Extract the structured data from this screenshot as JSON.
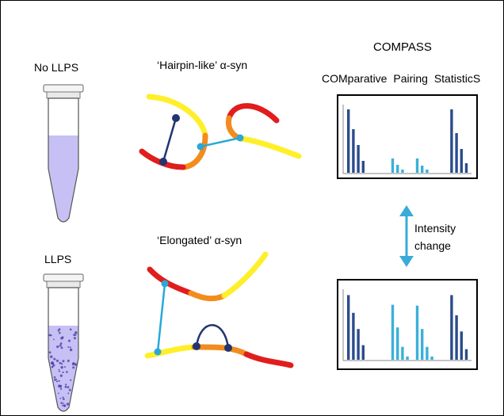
{
  "labels": {
    "top_tube": "No LLPS",
    "top_molecule": "‘Hairpin-like’ α-syn",
    "bottom_tube": "LLPS",
    "bottom_molecule": "‘Elongated’ α-syn",
    "title": "COMPASS",
    "subtitle": "COMparative Pairing StatisticS",
    "intensity_line1": "Intensity",
    "intensity_line2": "change"
  },
  "colors": {
    "tube_liquid": "#c6c0f4",
    "dots": "#4a3fa8",
    "yellow": "#ffef2a",
    "orange": "#f28c1e",
    "red": "#e11d1d",
    "navy_link": "#22356e",
    "cyan_link": "#2aa8d8",
    "bar_dark": "#2b4c8c",
    "bar_light": "#3ab0d9",
    "arrow": "#3aaad8"
  },
  "chart_data": [
    {
      "type": "bar",
      "series": [
        {
          "values": [
            8.0,
            5.5,
            3.5,
            1.5,
            0,
            0,
            0,
            0,
            0,
            0,
            0,
            0,
            0,
            0,
            0,
            0,
            0,
            0,
            0,
            0,
            0,
            8.0,
            5.0,
            3.0,
            1.2
          ]
        },
        {
          "values": [
            0,
            0,
            0,
            0,
            0,
            0,
            0,
            0,
            0,
            1.8,
            1.0,
            0.4,
            0,
            0,
            1.8,
            0.9,
            0.4,
            0,
            0,
            0,
            0,
            0,
            0,
            0,
            0
          ]
        }
      ]
    },
    {
      "type": "bar",
      "series": [
        {
          "values": [
            8.0,
            5.8,
            3.8,
            1.8,
            0,
            0,
            0,
            0,
            0,
            0,
            0,
            0,
            0,
            0,
            0,
            0,
            0,
            0,
            0,
            0,
            0,
            8.0,
            5.5,
            3.5,
            1.3
          ]
        },
        {
          "values": [
            0,
            0,
            0,
            0,
            0,
            0,
            0,
            0,
            0,
            6.8,
            4.0,
            1.6,
            0.4,
            0,
            6.7,
            3.8,
            1.6,
            0.4,
            0,
            0,
            0,
            0,
            0,
            0,
            0
          ]
        }
      ]
    }
  ]
}
